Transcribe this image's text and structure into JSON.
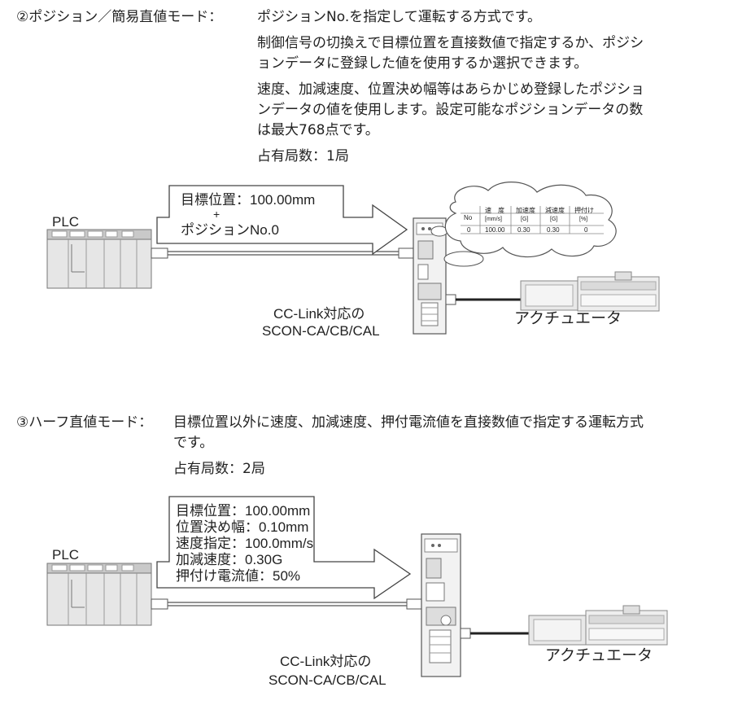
{
  "section2": {
    "heading": "②ポジション／簡易直値モード：",
    "desc_lines": [
      "ポジションNo.を指定して運転する方式です。",
      "制御信号の切換えで目標位置を直接数値で指定するか、ポジシ",
      "ョンデータに登録した値を使用するか選択できます。",
      "速度、加減速度、位置決め幅等はあらかじめ登録したポジショ",
      "ンデータの値を使用します。設定可能なポジションデータの数",
      "は最大768点です。"
    ],
    "stations": "占有局数：1局",
    "diagram": {
      "plc_label": "PLC",
      "arrow_line1": "目標位置：100.00mm",
      "plus": "+",
      "arrow_line2": "ポジションNo.0",
      "controller_line1": "CC-Link対応の",
      "controller_line2": "SCON-CA/CB/CAL",
      "actuator_label": "アクチュエータ",
      "table_headers": [
        "No",
        "速　度",
        "加速度",
        "減速度",
        "押付け"
      ],
      "table_units": [
        "",
        "[mm/s]",
        "[G]",
        "[G]",
        "[%]"
      ],
      "table_row": [
        "0",
        "100.00",
        "0.30",
        "0.30",
        "0"
      ]
    }
  },
  "section3": {
    "heading": "③ハーフ直値モード：",
    "desc_lines": [
      "目標位置以外に速度、加減速度、押付電流値を直接数値で指定する運転方式",
      "です。"
    ],
    "stations": "占有局数：2局",
    "diagram": {
      "plc_label": "PLC",
      "arrow_lines": [
        "目標位置：100.00mm",
        "位置決め幅：0.10mm",
        "速度指定：100.0mm/s",
        "加減速度：0.30G",
        "押付け電流値：50%"
      ],
      "controller_line1": "CC-Link対応の",
      "controller_line2": "SCON-CA/CB/CAL",
      "actuator_label": "アクチュエータ"
    }
  }
}
